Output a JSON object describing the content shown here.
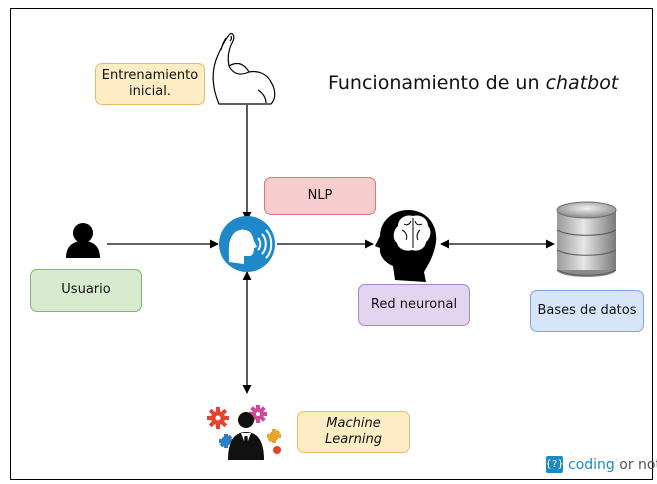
{
  "diagram": {
    "title_prefix": "Funcionamiento de un ",
    "title_emphasis": "chatbot",
    "nodes": {
      "entrenamiento": {
        "label_line1": "Entrenamiento",
        "label_line2": "inicial.",
        "fill": "#fdecc4",
        "border": "#e5bd6a"
      },
      "nlp": {
        "label": "NLP",
        "fill": "#f8cdcd",
        "border": "#d97777"
      },
      "usuario": {
        "label": "Usuario",
        "fill": "#d8ebce",
        "border": "#87b56d"
      },
      "red_neuronal": {
        "label": "Red neuronal",
        "fill": "#e3d5ef",
        "border": "#a487c4"
      },
      "bases_de_datos": {
        "label": "Bases de datos",
        "fill": "#d6e6f8",
        "border": "#7ca8d8"
      },
      "machine_learning": {
        "label_line1": "Machine",
        "label_line2": "Learning",
        "fill": "#fdecc4",
        "border": "#e5bd6a"
      }
    },
    "icons": {
      "bicep": "bicep-arm-icon",
      "user": "user-silhouette-icon",
      "voice": "speaking-head-icon",
      "brain": "brain-head-icon",
      "database": "database-icon",
      "ml": "businessman-gears-icon"
    },
    "colors": {
      "voice_blue": "#1e88c8",
      "arrow": "#000000"
    }
  },
  "brand": {
    "mark": "{?}",
    "word1": "coding",
    "word2": " or not"
  }
}
